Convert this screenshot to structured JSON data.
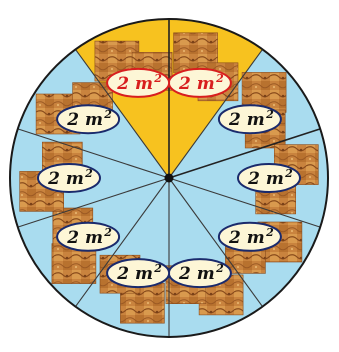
{
  "diagram": {
    "total_sectors": 10,
    "shaded_sectors": 2,
    "colors": {
      "shaded_fill": "#f7c21f",
      "unshaded_fill": "#a9dcef",
      "outline": "#1a1a1a",
      "oval_fill": "#fdf6d6",
      "oval_border_shaded": "#d81e1e",
      "oval_border_unshaded": "#1a2a6c",
      "label_shaded": "#d81e1e",
      "label_unshaded": "#111111",
      "tile_light": "#d99a4e",
      "tile_dark": "#8a4c1c"
    },
    "sectors": [
      {
        "label": "2 m",
        "exponent": "2",
        "shaded": true
      },
      {
        "label": "2 m",
        "exponent": "2",
        "shaded": false
      },
      {
        "label": "2 m",
        "exponent": "2",
        "shaded": false
      },
      {
        "label": "2 m",
        "exponent": "2",
        "shaded": false
      },
      {
        "label": "2 m",
        "exponent": "2",
        "shaded": false
      },
      {
        "label": "2 m",
        "exponent": "2",
        "shaded": false
      },
      {
        "label": "2 m",
        "exponent": "2",
        "shaded": false
      },
      {
        "label": "2 m",
        "exponent": "2",
        "shaded": false
      },
      {
        "label": "2 m",
        "exponent": "2",
        "shaded": false
      },
      {
        "label": "2 m",
        "exponent": "2",
        "shaded": true
      }
    ]
  }
}
